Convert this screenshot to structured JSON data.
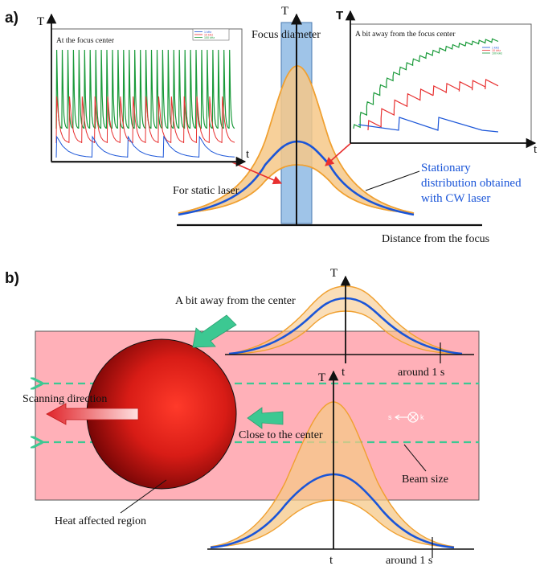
{
  "panel_a": {
    "label": "a)",
    "axis_T": "T",
    "axis_t": "t",
    "focus_diameter": "Focus diameter",
    "static_laser": "For static laser",
    "stationary_line1": "Stationary",
    "stationary_line2": "distribution obtained",
    "stationary_line3": "with CW laser",
    "distance": "Distance from the focus",
    "inset_left": {
      "title": "At the focus center",
      "legend": [
        "1 kHz",
        "10 kHz",
        "100 kHz"
      ],
      "axis_T": "T",
      "axis_t": "t"
    },
    "inset_right": {
      "title": "A bit away from the focus center",
      "legend": [
        "1 kHz",
        "10 kHz",
        "100 kHz"
      ],
      "axis_T": "T",
      "axis_t": "t"
    }
  },
  "panel_b": {
    "label": "b)",
    "away_center": "A bit away from the center",
    "close_center": "Close to the center",
    "scanning": "Scanning direction",
    "heat_region": "Heat affected region",
    "beam_size": "Beam size",
    "vector_s": "s",
    "vector_k": "k",
    "top_T": "T",
    "top_t": "t",
    "top_time": "around 1 s",
    "bottom_T": "T",
    "bottom_t": "t",
    "bottom_time": "around 1 s"
  },
  "colors": {
    "blue": "#1a55d8",
    "orange": "#f0a030",
    "green": "#1a9a3a",
    "red": "#e83030",
    "beam_band": "#ffb0b8",
    "arrow_green": "#3cc892",
    "highlight": "#7fb0e0"
  }
}
